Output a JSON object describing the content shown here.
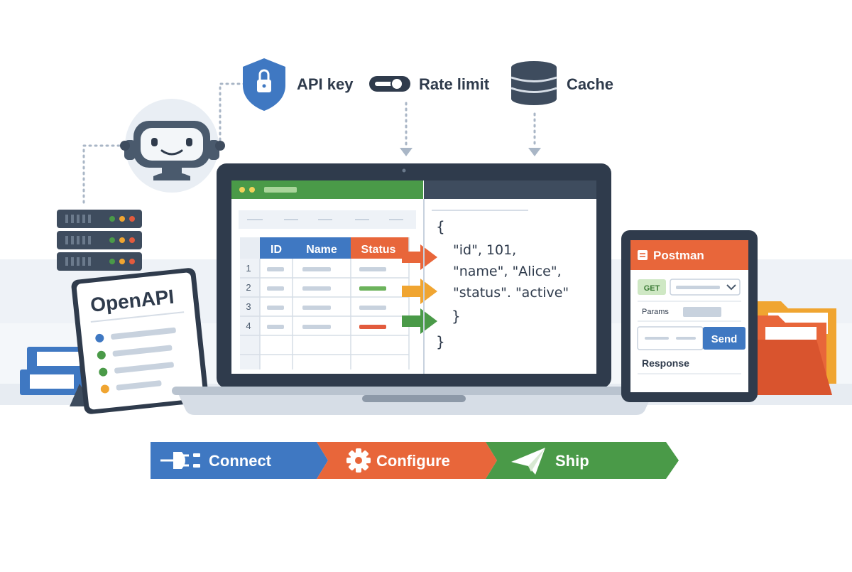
{
  "top_features": [
    {
      "label": "API key",
      "icon": "shield-lock-icon"
    },
    {
      "label": "Rate limit",
      "icon": "toggle-slider-icon"
    },
    {
      "label": "Cache",
      "icon": "database-icon"
    }
  ],
  "openapi_card": {
    "title": "OpenAPI",
    "bullet_colors": [
      "#3f78c2",
      "#4a9a48",
      "#4a9a48",
      "#f0a531"
    ]
  },
  "spreadsheet": {
    "headers": [
      "ID",
      "Name",
      "Status"
    ],
    "row_numbers": [
      "1",
      "2",
      "3",
      "4"
    ],
    "status_bar_colors": [
      "#c8d2de",
      "#6cb35c",
      "#c8d2de",
      "#e25b3d"
    ]
  },
  "json_code": {
    "open_brace": "{",
    "lines": [
      "\"id\", 101,",
      "\"name\", \"Alice\",",
      "\"status\". \"active\""
    ],
    "inner_close_brace": "}",
    "close_brace": "}"
  },
  "postman": {
    "title": "Postman",
    "method": "GET",
    "params_label": "Params",
    "send_label": "Send",
    "response_label": "Response"
  },
  "pipeline": [
    {
      "label": "Connect",
      "icon": "plug-icon",
      "color": "#3f78c2"
    },
    {
      "label": "Configure",
      "icon": "gear-icon",
      "color": "#e8663a"
    },
    {
      "label": "Ship",
      "icon": "paper-plane-icon",
      "color": "#4a9a48"
    }
  ],
  "colors": {
    "blue": "#3f78c2",
    "green": "#4a9a48",
    "orange": "#e8663a",
    "yellow": "#f0a531",
    "dark": "#2f3b4c"
  }
}
